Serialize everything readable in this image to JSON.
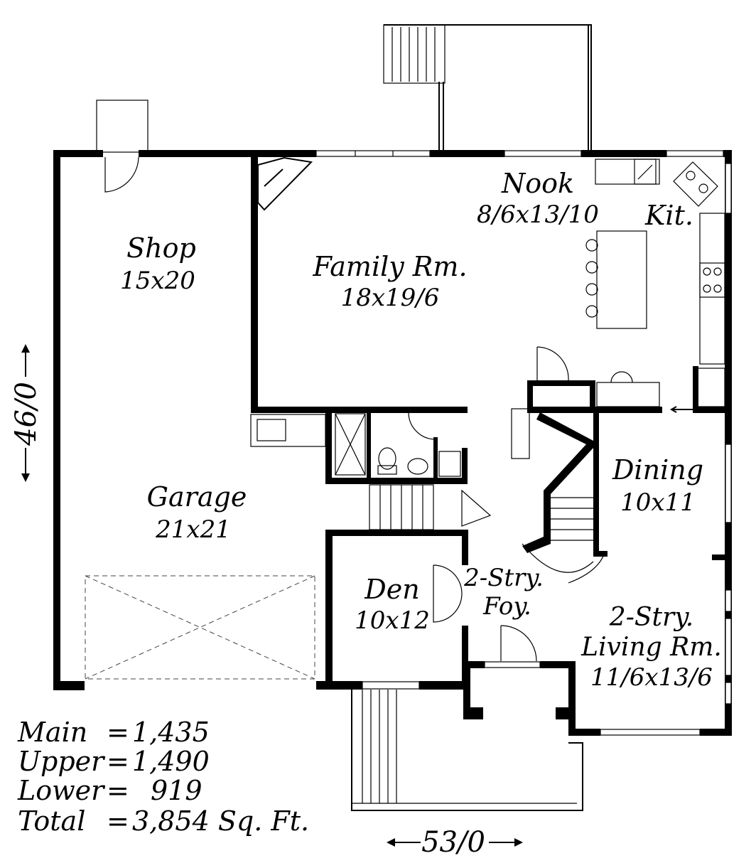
{
  "rooms": {
    "shop": {
      "name": "Shop",
      "size": "15x20"
    },
    "family": {
      "name": "Family Rm.",
      "size": "18x19/6"
    },
    "nook": {
      "name": "Nook",
      "size": "8/6x13/10"
    },
    "kitchen": {
      "name": "Kit."
    },
    "garage": {
      "name": "Garage",
      "size": "21x21"
    },
    "dining": {
      "name": "Dining",
      "size": "10x11"
    },
    "den": {
      "name": "Den",
      "size": "10x12"
    },
    "foyer": {
      "name_line1": "2-Stry.",
      "name_line2": "Foy."
    },
    "living": {
      "name_line1": "2-Stry.",
      "name_line2": "Living Rm.",
      "size": "11/6x13/6"
    }
  },
  "dimensions": {
    "depth": "46/0",
    "width": "53/0"
  },
  "areas": [
    {
      "label": "Main",
      "value": "1,435"
    },
    {
      "label": "Upper",
      "value": "1,490"
    },
    {
      "label": "Lower",
      "value": "919"
    },
    {
      "label": "Total",
      "value": "3,854 Sq. Ft."
    }
  ],
  "colors": {
    "walls": "#000000",
    "background": "#ffffff"
  }
}
